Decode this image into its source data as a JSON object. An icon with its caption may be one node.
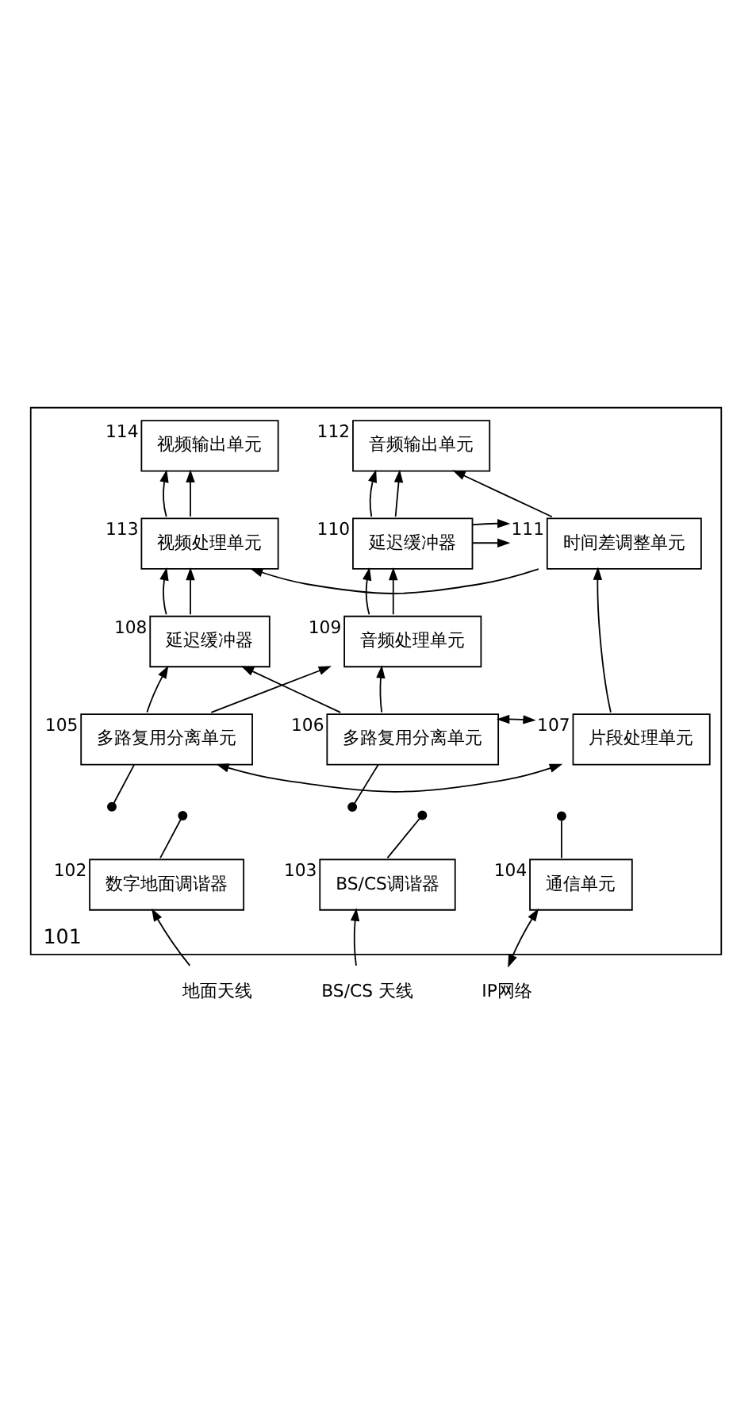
{
  "diagram": {
    "nodes": [
      {
        "text": [
          "101"
        ]
      },
      {
        "text": [
          "地面天线"
        ]
      },
      {
        "text": [
          "BS/CS 天线"
        ]
      },
      {
        "text": [
          "IP网络"
        ]
      },
      {
        "text": [
          "数字地面调谐器"
        ],
        "beside": [
          "102"
        ],
        "in": 0
      },
      {
        "text": [
          "BS/CS调谐器"
        ],
        "beside": [
          "103"
        ],
        "in": 0
      },
      {
        "text": [
          "通信单元"
        ],
        "beside": [
          "104"
        ],
        "in": 0
      },
      {
        "text": [
          "多路复用分离单元"
        ],
        "beside": [
          "105"
        ],
        "in": 0
      },
      {
        "text": [
          "片段处理单元"
        ],
        "beside": [
          "107"
        ],
        "in": 0
      },
      {
        "text": [
          "多路复用分离单元"
        ],
        "beside": [
          "106"
        ],
        "in": 0
      },
      {
        "text": [
          "延迟缓冲器"
        ],
        "beside": [
          "108"
        ],
        "in": 0
      },
      {
        "text": [
          "音频处理单元"
        ],
        "beside": [
          "109"
        ],
        "in": 0
      },
      {
        "text": [
          "时间差调整单元"
        ],
        "beside": [
          "111"
        ],
        "in": 0
      },
      {
        "text": [
          "视频处理单元"
        ],
        "beside": [
          "113"
        ],
        "in": 0
      },
      {
        "text": [
          "延迟缓冲器"
        ],
        "beside": [
          "110"
        ],
        "in": 0
      },
      {
        "text": [
          "视频输出单元"
        ],
        "beside": [
          "114"
        ],
        "in": 0
      },
      {
        "text": [
          "音频输出单元"
        ],
        "beside": [
          "112"
        ],
        "in": 0
      }
    ],
    "edges": [
      {
        "from": 1,
        "to": 4,
        "arrow": "to"
      },
      {
        "from": 2,
        "to": 5,
        "arrow": "to"
      },
      {
        "from": 3,
        "to": 6,
        "arrow": "both"
      },
      {
        "from": 4,
        "to": null,
        "arrow": "other"
      },
      {
        "from": 5,
        "to": null,
        "arrow": "other"
      },
      {
        "from": 6,
        "to": null,
        "arrow": "other"
      },
      {
        "from": null,
        "to": 7,
        "arrow": "other"
      },
      {
        "from": null,
        "to": 9,
        "arrow": "other"
      },
      {
        "from": 7,
        "to": 8,
        "arrow": "both"
      },
      {
        "from": 8,
        "to": 9,
        "arrow": "both"
      },
      {
        "from": 7,
        "to": 10,
        "arrow": "to"
      },
      {
        "from": 7,
        "to": 11,
        "arrow": "to"
      },
      {
        "from": 9,
        "to": 10,
        "arrow": "to"
      },
      {
        "from": 9,
        "to": 11,
        "arrow": "to"
      },
      {
        "from": 8,
        "to": 12,
        "arrow": "to"
      },
      {
        "from": 10,
        "to": 13,
        "arrow": "to"
      },
      {
        "from": 10,
        "to": 13,
        "arrow": "to"
      },
      {
        "from": 11,
        "to": 14,
        "arrow": "to"
      },
      {
        "from": 11,
        "to": 14,
        "arrow": "to"
      },
      {
        "from": 14,
        "to": 12,
        "arrow": "to"
      },
      {
        "from": 14,
        "to": 12,
        "arrow": "to"
      },
      {
        "from": 12,
        "to": 13,
        "arrow": "to"
      },
      {
        "from": 12,
        "to": 16,
        "arrow": "to"
      },
      {
        "from": 13,
        "to": 15,
        "arrow": "to"
      },
      {
        "from": 13,
        "to": 15,
        "arrow": "to"
      },
      {
        "from": 14,
        "to": 16,
        "arrow": "to"
      },
      {
        "from": 14,
        "to": 16,
        "arrow": "to"
      }
    ]
  }
}
